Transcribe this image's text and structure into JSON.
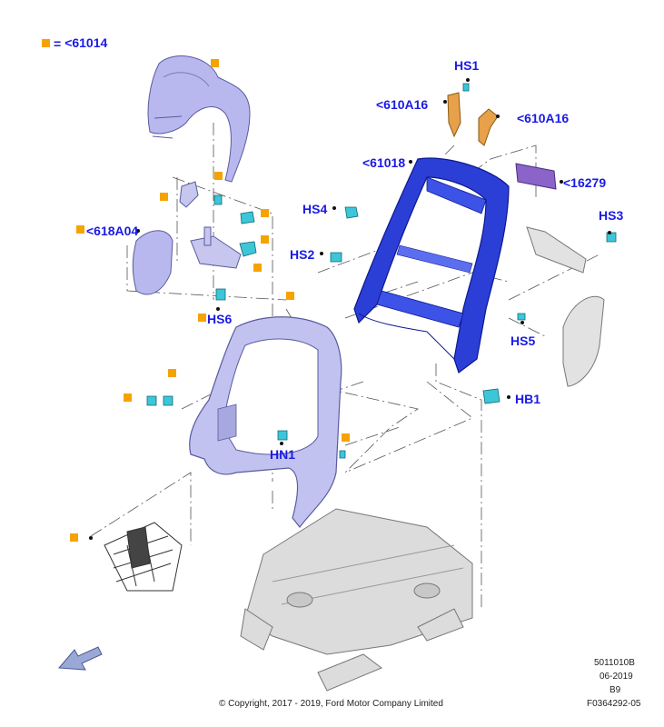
{
  "legend": {
    "equals": "=",
    "value": "<61014"
  },
  "callouts": {
    "hs1": "HS1",
    "p610a16_left": "<610A16",
    "p610a16_right": "<610A16",
    "p61018": "<61018",
    "p16279": "<16279",
    "hs4": "HS4",
    "hs3": "HS3",
    "p618a04": "<618A04",
    "hs2": "HS2",
    "hs6": "HS6",
    "hs5": "HS5",
    "hb1": "HB1",
    "hn1": "HN1"
  },
  "footer": {
    "code": "5011010B",
    "date": "06-2019",
    "rev": "B9",
    "copyright": "© Copyright, 2017 - 2019, Ford Motor Company Limited",
    "figure": "F0364292-05"
  },
  "colors": {
    "callout_text": "#1a1ae6",
    "marker": "#f5a300",
    "frame_blue": "#2b3fd6",
    "cover_lavender": "#b8b8ee",
    "bracket_orange": "#e8a04a",
    "connector_purple": "#8a64c8",
    "fastener_cyan": "#3cc6d8",
    "track_gray": "#d8d8d8"
  },
  "icons": [
    "orange-square-marker-icon",
    "direction-arrow-icon"
  ]
}
